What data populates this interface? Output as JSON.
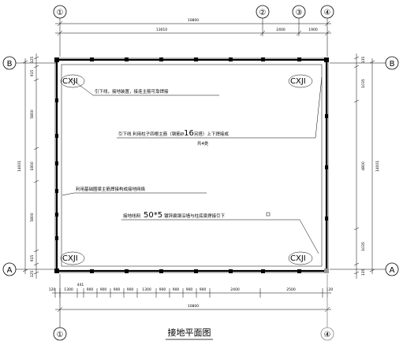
{
  "axes": {
    "top": [
      "①",
      "②",
      "③",
      "④"
    ],
    "left": [
      "B",
      "A"
    ],
    "right": [
      "B",
      "A"
    ],
    "bottom": [
      "①",
      "④"
    ]
  },
  "dims": {
    "top_total": "10800",
    "top_segments": [
      "13010",
      "2400",
      "1900"
    ],
    "left_total": "14001",
    "left_segments": [
      "125",
      "915",
      "5800",
      "1800",
      "5800",
      "915",
      "125"
    ],
    "right_total": "14001",
    "right_segments": [
      "135",
      "1035",
      "4800",
      "1035",
      "135"
    ],
    "bottom_segments": [
      "120",
      "1300",
      "441",
      "900",
      "900",
      "900",
      "900",
      "1300",
      "900",
      "900",
      "900",
      "900",
      "2400",
      "2500",
      "120"
    ],
    "bottom_total": "10800"
  },
  "corner_labels": [
    "CXJI",
    "CXJI",
    "CXJI",
    "CXJI"
  ],
  "notes": {
    "n1": "引下线，接地装置，接连主筋可靠焊接",
    "n2_a": "引下线  利用柱子四根主筋（钢筋Ø",
    "n2_num": "16",
    "n2_b": "另搭）上下焊接成",
    "n2_c": "共4处",
    "n3": "利用基础圈梁主筋焊接构成接地网络",
    "n4_a": "接地线网",
    "n4_num": "50*5",
    "n4_b": "镀锌扁钢沿墙与柱底梁焊接引下"
  },
  "title": "接地平面图"
}
